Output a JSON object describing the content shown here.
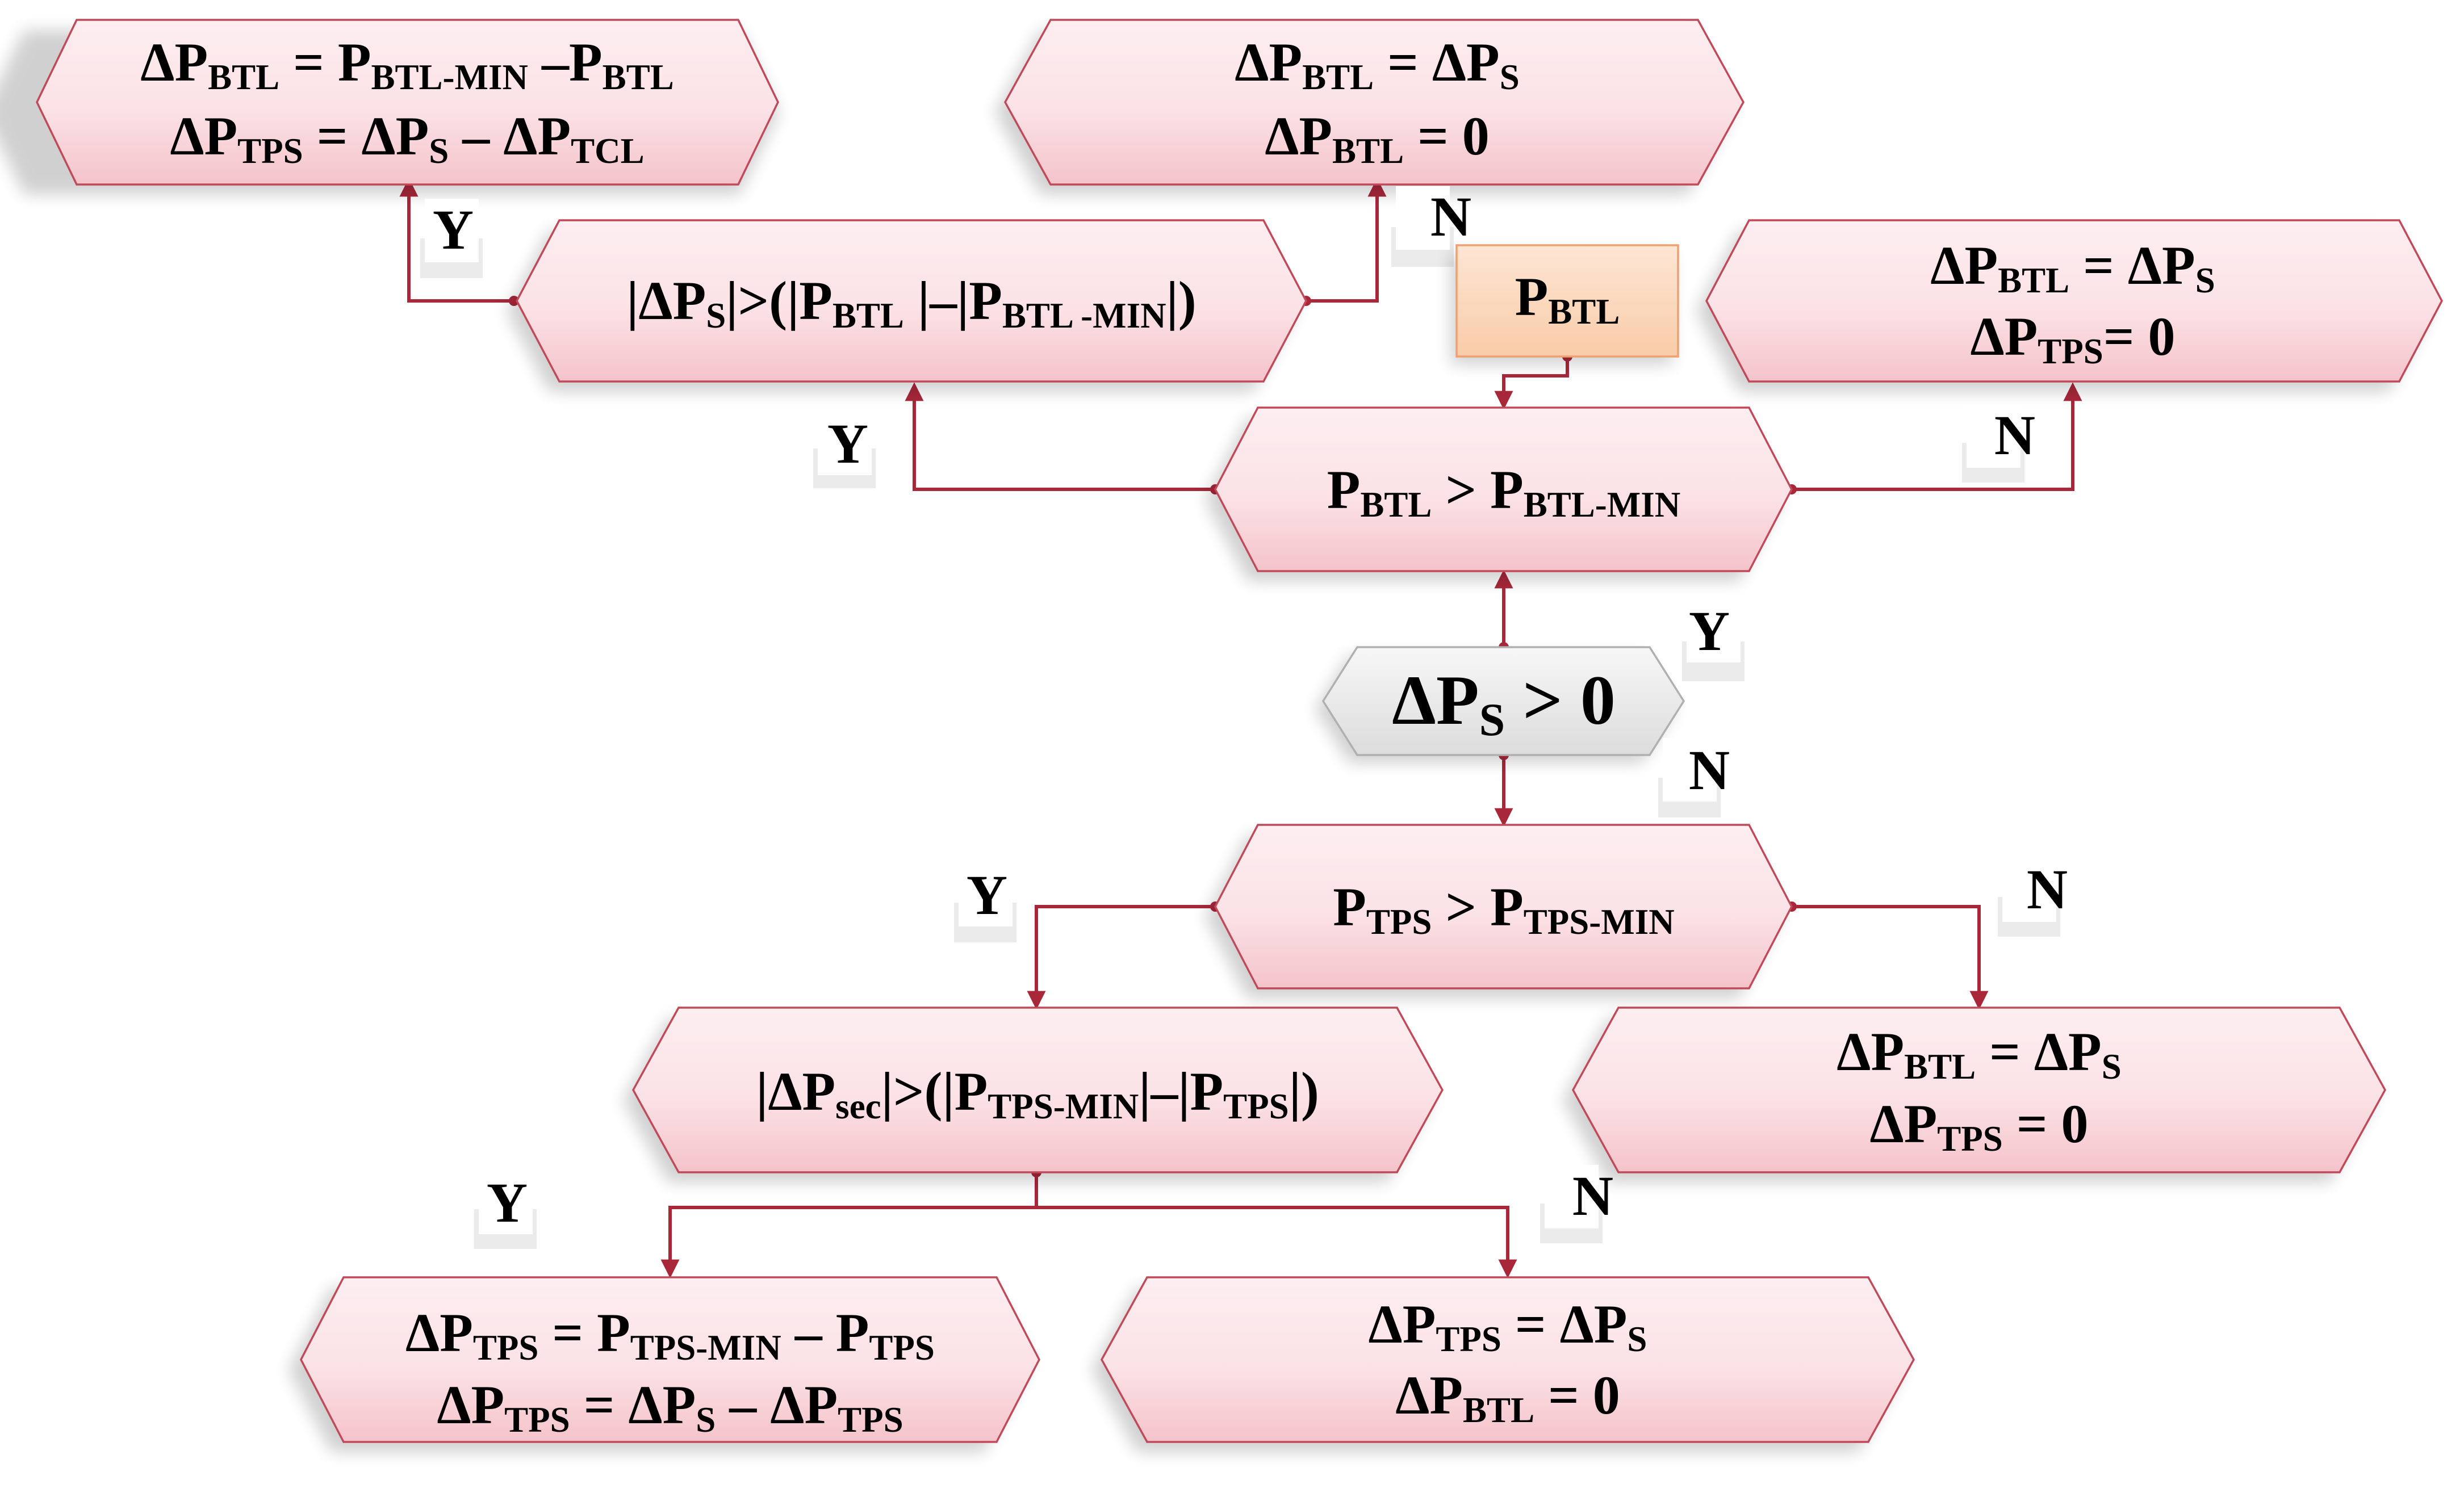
{
  "nodes": {
    "top_left": {
      "line1": {
        "p": [
          "ΔP",
          "BTL",
          " = P",
          "BTL-MIN",
          " –P",
          "BTL"
        ]
      },
      "line2": {
        "p": [
          "ΔP",
          "TPS",
          " = ΔP",
          "S",
          " – ΔP",
          "TCL"
        ]
      }
    },
    "top_middle": {
      "line1": {
        "p": [
          "ΔP",
          "BTL",
          "  = ΔP",
          "S"
        ]
      },
      "line2": {
        "p": [
          "ΔP",
          "BTL",
          " = 0"
        ]
      }
    },
    "cond_btl_abs": {
      "line1": {
        "p": [
          "|ΔP",
          "S",
          "|>(|P",
          "BTL",
          " |–|P",
          "BTL -MIN",
          "|)"
        ]
      }
    },
    "input_pbtl": {
      "line1": {
        "p": [
          "P",
          "BTL"
        ]
      }
    },
    "right_top": {
      "line1": {
        "p": [
          "ΔP",
          "BTL",
          "  = ΔP",
          "S"
        ]
      },
      "line2": {
        "p": [
          "ΔP",
          "TPS",
          "= 0"
        ]
      }
    },
    "cond_pbtl": {
      "line1": {
        "p": [
          "P",
          "BTL",
          "  > P",
          "BTL-MIN"
        ]
      }
    },
    "cond_dps": {
      "line1": {
        "p": [
          "ΔP",
          "S",
          " > 0"
        ]
      }
    },
    "cond_ptps": {
      "line1": {
        "p": [
          "P",
          "TPS",
          " > P",
          "TPS-MIN"
        ]
      }
    },
    "cond_sec": {
      "line1": {
        "p": [
          "|ΔP",
          "sec",
          "|>(|P",
          "TPS-MIN",
          "|–|P",
          "TPS",
          "|)"
        ]
      }
    },
    "right_mid": {
      "line1": {
        "p": [
          "ΔP",
          "BTL",
          "  = ΔP",
          "S"
        ]
      },
      "line2": {
        "p": [
          "ΔP",
          "TPS",
          " = 0"
        ]
      }
    },
    "bottom_left": {
      "line1": {
        "p": [
          "ΔP",
          "TPS",
          " = P",
          "TPS-MIN",
          " – P",
          "TPS"
        ]
      },
      "line2": {
        "p": [
          "ΔP",
          "TPS",
          " = ΔP",
          "S",
          " – ΔP",
          "TPS"
        ]
      }
    },
    "bottom_right": {
      "line1": {
        "p": [
          "ΔP",
          "TPS",
          " = ΔP",
          "S"
        ]
      },
      "line2": {
        "p": [
          "ΔP",
          "BTL",
          "  = 0"
        ]
      }
    }
  },
  "labels": {
    "y1": "Y",
    "n1": "N",
    "y2": "Y",
    "n2": "N",
    "y3": "Y",
    "n3": "N",
    "y4": "Y",
    "n4": "N",
    "y5": "Y",
    "n5": "N"
  },
  "colors": {
    "node_fill_light": "#ffffff",
    "node_fill_pink": "#f7cdd3",
    "node_border": "#c0495a",
    "connector": "#a8283a",
    "input_fill": "#fbd9bf",
    "input_border": "#f0a070",
    "start_fill": "#e4e4e4"
  }
}
